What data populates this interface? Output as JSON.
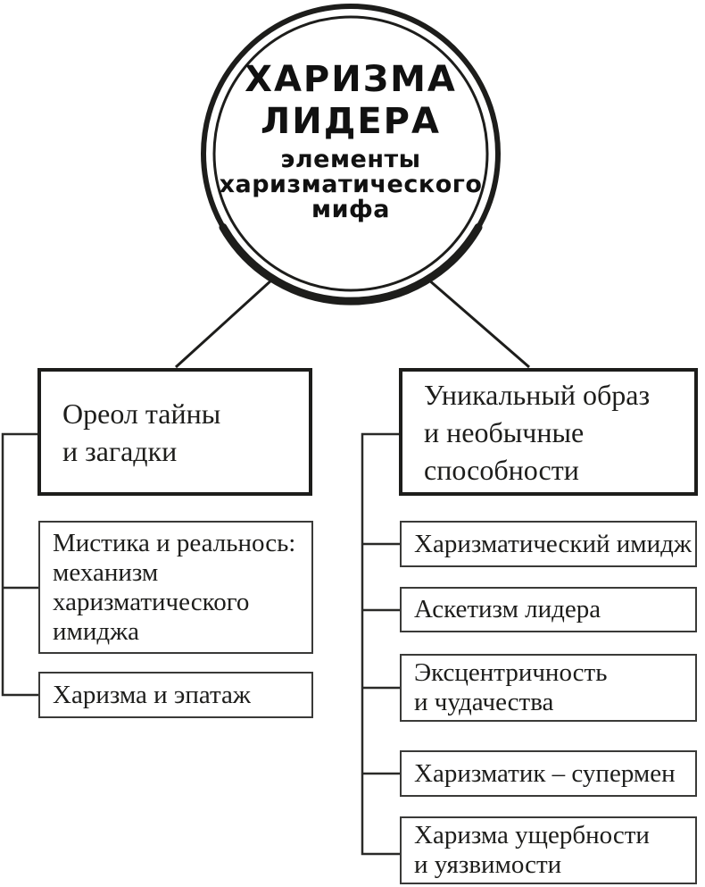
{
  "diagram": {
    "colors": {
      "ink": "#1d1d1b",
      "background": "#ffffff"
    },
    "circle": {
      "title_lines": [
        "ХАРИЗМА",
        "ЛИДЕРА"
      ],
      "subtitle_lines": [
        "элементы",
        "харизматического",
        "мифа"
      ]
    },
    "left_branch": {
      "parent": {
        "lines": [
          "Ореол тайны",
          "и загадки"
        ]
      },
      "children": [
        {
          "lines": [
            "Мистика и реальнось:",
            "механизм",
            "харизматического",
            "имиджа"
          ]
        },
        {
          "lines": [
            "Харизма и эпатаж"
          ]
        }
      ]
    },
    "right_branch": {
      "parent": {
        "lines": [
          "Уникальный образ",
          "и необычные",
          "способности"
        ]
      },
      "children": [
        {
          "lines": [
            "Харизматический имидж"
          ]
        },
        {
          "lines": [
            "Аскетизм лидера"
          ]
        },
        {
          "lines": [
            "Эксцентричность",
            "и чудачества"
          ]
        },
        {
          "lines": [
            "Харизматик – супермен"
          ]
        },
        {
          "lines": [
            "Харизма ущербности",
            "и уязвимости"
          ]
        }
      ]
    }
  }
}
